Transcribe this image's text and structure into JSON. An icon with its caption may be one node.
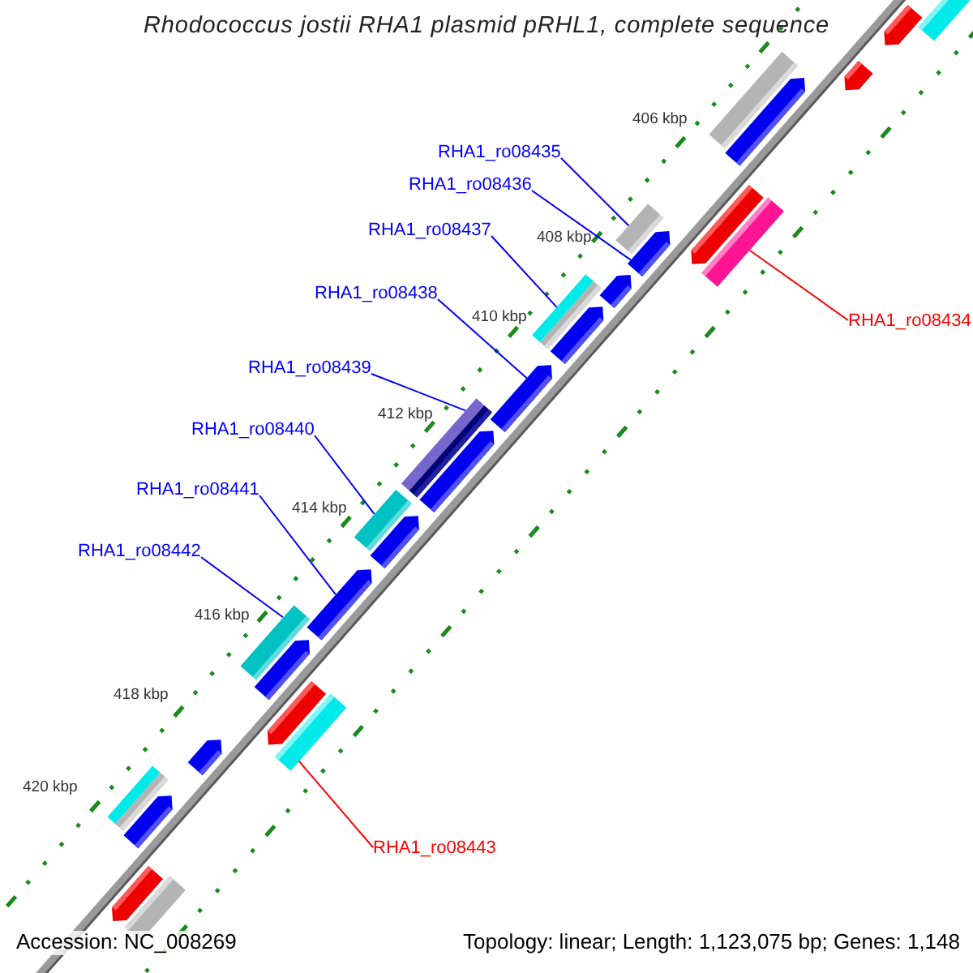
{
  "diagram": {
    "title": "Rhodococcus jostii RHA1 plasmid pRHL1, complete sequence",
    "nodes": [
      {
        "text": [
          "RHA1_ro08435"
        ]
      },
      {
        "text": [
          "RHA1_ro08436"
        ]
      },
      {
        "text": [
          "RHA1_ro08437"
        ]
      },
      {
        "text": [
          "RHA1_ro08438"
        ]
      },
      {
        "text": [
          "RHA1_ro08434"
        ]
      },
      {
        "text": [
          "RHA1_ro08439"
        ]
      },
      {
        "text": [
          "RHA1_ro08440"
        ]
      },
      {
        "text": [
          "RHA1_ro08441"
        ]
      },
      {
        "text": [
          "RHA1_ro08442"
        ]
      },
      {
        "text": [
          "RHA1_ro08443"
        ]
      },
      {
        "text": [],
        "shape": "box"
      },
      {
        "text": [],
        "shape": "arrow"
      },
      {
        "text": [],
        "shape": "arrow"
      },
      {
        "text": [],
        "shape": "box"
      },
      {
        "text": [],
        "shape": "arrow"
      },
      {
        "text": [],
        "shape": "arrow"
      },
      {
        "text": [],
        "shape": "box"
      },
      {
        "text": [],
        "shape": "box"
      },
      {
        "text": [],
        "shape": "arrow"
      },
      {
        "text": [],
        "shape": "arrow"
      },
      {
        "text": [],
        "shape": "box"
      },
      {
        "text": [],
        "shape": "arrow"
      },
      {
        "text": [],
        "shape": "arrow"
      },
      {
        "text": [],
        "shape": "box"
      },
      {
        "text": [],
        "shape": "arrow"
      },
      {
        "text": [],
        "shape": "box"
      },
      {
        "text": [],
        "shape": "arrow"
      },
      {
        "text": [],
        "shape": "arrow"
      },
      {
        "text": [],
        "shape": "box"
      },
      {
        "text": [],
        "shape": "arrow"
      },
      {
        "text": [],
        "shape": "arrow"
      },
      {
        "text": [],
        "shape": "box"
      },
      {
        "text": [],
        "shape": "arrow"
      },
      {
        "text": [],
        "shape": "box"
      },
      {
        "text": [],
        "shape": "arrow"
      },
      {
        "text": [],
        "shape": "arrow"
      },
      {
        "text": [],
        "shape": "box"
      }
    ],
    "edges": [
      {
        "from": 0,
        "to": 16,
        "arrow": "none"
      },
      {
        "from": 1,
        "to": 18,
        "arrow": "none"
      },
      {
        "from": 2,
        "to": 20,
        "arrow": "none"
      },
      {
        "from": 3,
        "to": 22,
        "arrow": "none"
      },
      {
        "from": 4,
        "to": 17,
        "arrow": "none",
        "color": "#ff0000"
      },
      {
        "from": 5,
        "to": 23,
        "arrow": "none"
      },
      {
        "from": 6,
        "to": 25,
        "arrow": "none"
      },
      {
        "from": 7,
        "to": 27,
        "arrow": "none"
      },
      {
        "from": 8,
        "to": 28,
        "arrow": "none"
      },
      {
        "from": 9,
        "to": 31,
        "arrow": "none",
        "color": "#ff0000"
      }
    ],
    "labels": [
      "406 kbp",
      "408 kbp",
      "410 kbp",
      "412 kbp",
      "414 kbp",
      "416 kbp",
      "418 kbp",
      "420 kbp",
      "Accession: NC_008269",
      "Topology: linear; Length: 1,123,075 bp; Genes: 1,148"
    ]
  }
}
